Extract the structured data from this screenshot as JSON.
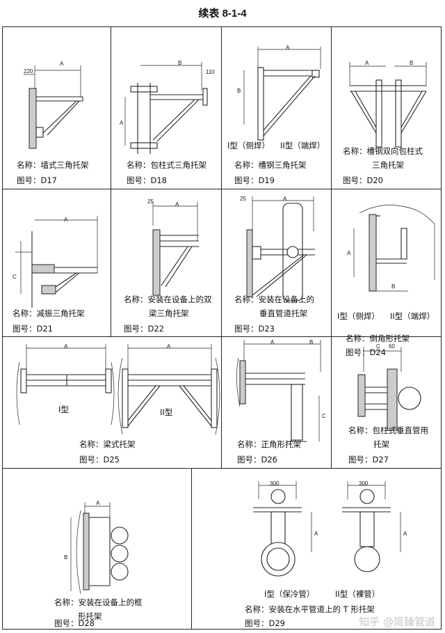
{
  "page": {
    "title": "续表 8-1-4",
    "watermark": "知乎 @简臻管道"
  },
  "cells": {
    "d17": {
      "name": "名称：墙式三角托架",
      "code": "图号：D17",
      "dims": {
        "a": "A",
        "w": "220"
      }
    },
    "d18": {
      "name": "名称：包柱式三角托架",
      "code": "图号：D18",
      "dims": {
        "b": "B",
        "w": "110",
        "a": "A"
      }
    },
    "d19": {
      "name": "名称：槽钢三角托架",
      "code": "图号：D19",
      "types": [
        "I型（侧焊）",
        "II型（端焊）"
      ],
      "dims": {
        "a": "A",
        "b": "B"
      }
    },
    "d20": {
      "name_line1": "名称：槽钢双向包柱式",
      "name_line2": "三角托架",
      "code": "图号：D20",
      "dims": {
        "a": "A",
        "b": "B"
      }
    },
    "d21": {
      "name": "名称：减振三角托架",
      "code": "图号：D21",
      "dims": {
        "a": "A",
        "c": "C"
      }
    },
    "d22": {
      "name_line1": "名称：安装在设备上的双",
      "name_line2": "梁三角托架",
      "code": "图号：D22",
      "dims": {
        "a": "A",
        "w": "25"
      }
    },
    "d23": {
      "name_line1": "名称：安装在设备上的",
      "name_line2": "垂直管道托架",
      "code": "图号：D23",
      "dims": {
        "a": "A",
        "w": "25"
      }
    },
    "d24": {
      "name": "名称：倒角形托架",
      "code": "图号：D24",
      "types": [
        "I型（侧焊）",
        "II型（端焊）"
      ],
      "dims": {
        "a": "A",
        "b": "B"
      }
    },
    "d25": {
      "name": "名称：梁式托架",
      "code": "图号：D25",
      "types": [
        "I型",
        "II型"
      ],
      "dims": {
        "a": "A"
      }
    },
    "d26": {
      "name": "名称：正角形托架",
      "code": "图号：D26",
      "dims": {
        "a": "A",
        "b": "B",
        "c": "C"
      }
    },
    "d27": {
      "name_line1": "名称：包柱式垂直管用",
      "name_line2": "托架",
      "code": "图号：D27",
      "dims": {
        "c": "C",
        "w": "60"
      }
    },
    "d28": {
      "name_line1": "名称：安装在设备上的框",
      "name_line2": "形托架",
      "code": "图号：D28",
      "dims": {
        "a": "A",
        "b": "B"
      }
    },
    "d29": {
      "name": "名称：安装在水平管道上的 T 形托架",
      "code": "图号：D29",
      "types": [
        "I型（保冷管）",
        "II型（裸管）"
      ],
      "dims": {
        "w1": "300",
        "w2": "300",
        "a": "A"
      }
    }
  }
}
